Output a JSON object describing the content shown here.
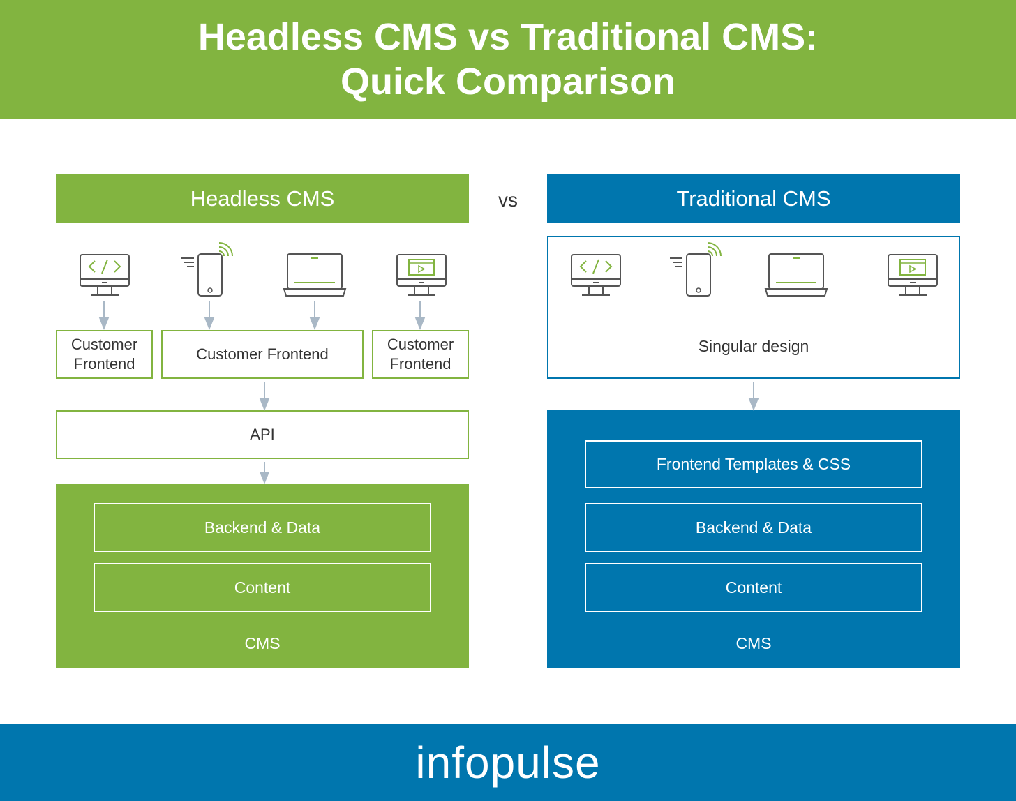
{
  "title": {
    "line1": "Headless CMS vs Traditional CMS:",
    "line2": "Quick Comparison"
  },
  "vs": "vs",
  "headless": {
    "header": "Headless CMS",
    "frontends": [
      "Customer Frontend",
      "Customer Frontend",
      "Customer Frontend"
    ],
    "api": "API",
    "layers": [
      "Backend & Data",
      "Content"
    ],
    "cms": "CMS"
  },
  "traditional": {
    "header": "Traditional CMS",
    "design": "Singular design",
    "layers": [
      "Frontend Templates & CSS",
      "Backend & Data",
      "Content"
    ],
    "cms": "CMS"
  },
  "devices": [
    "desktop-code-icon",
    "smartphone-signal-icon",
    "laptop-icon",
    "monitor-video-icon"
  ],
  "colors": {
    "green": "#82b440",
    "blue": "#0076ae",
    "arrow": "#a9b8c6",
    "icon_stroke": "#555555"
  },
  "brand": "infopulse"
}
